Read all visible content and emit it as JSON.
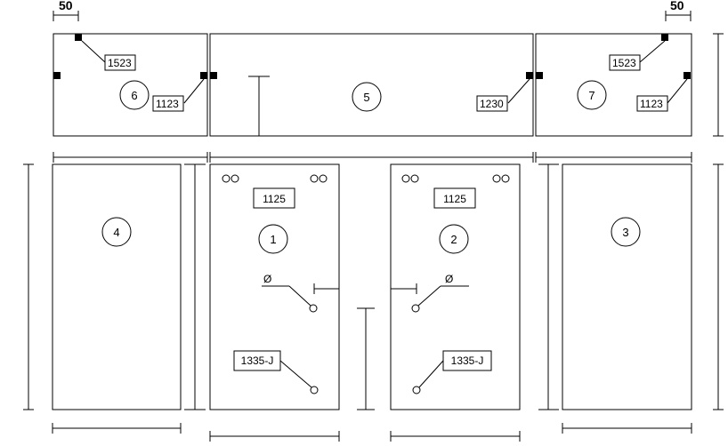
{
  "dimensions": {
    "top_left_offset": "50",
    "top_right_offset": "50"
  },
  "panels": {
    "p1": "1",
    "p2": "2",
    "p3": "3",
    "p4": "4",
    "p5": "5",
    "p6": "6",
    "p7": "7"
  },
  "hardware_tags": {
    "p6_hinge_top": "1523",
    "p6_hinge_right": "1123",
    "p5_hinge": "1230",
    "p7_hinge_top": "1523",
    "p7_hinge_right": "1123",
    "p1_handle": "1125",
    "p2_handle": "1125",
    "p1_lock": "1335-J",
    "p2_lock": "1335-J"
  },
  "symbols": {
    "diameter_left": "Ø",
    "diameter_right": "Ø"
  }
}
